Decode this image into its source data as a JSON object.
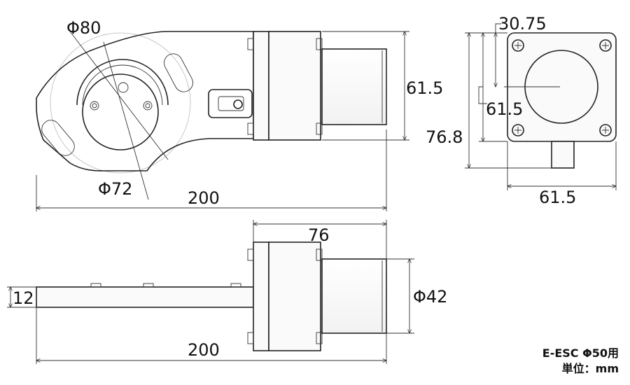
{
  "title": "E-ESC Φ50用",
  "unit_label": "単位：mm",
  "top_view": {
    "outer_diameter": "Φ80",
    "inner_diameter": "Φ72",
    "total_length": "200",
    "height": "61.5"
  },
  "end_view": {
    "offset": "30.75",
    "center_height": "61.5",
    "total_height": "76.8",
    "width": "61.5"
  },
  "side_view": {
    "housing_length": "76",
    "motor_diameter": "Φ42",
    "plate_thickness": "12",
    "total_length": "200"
  }
}
